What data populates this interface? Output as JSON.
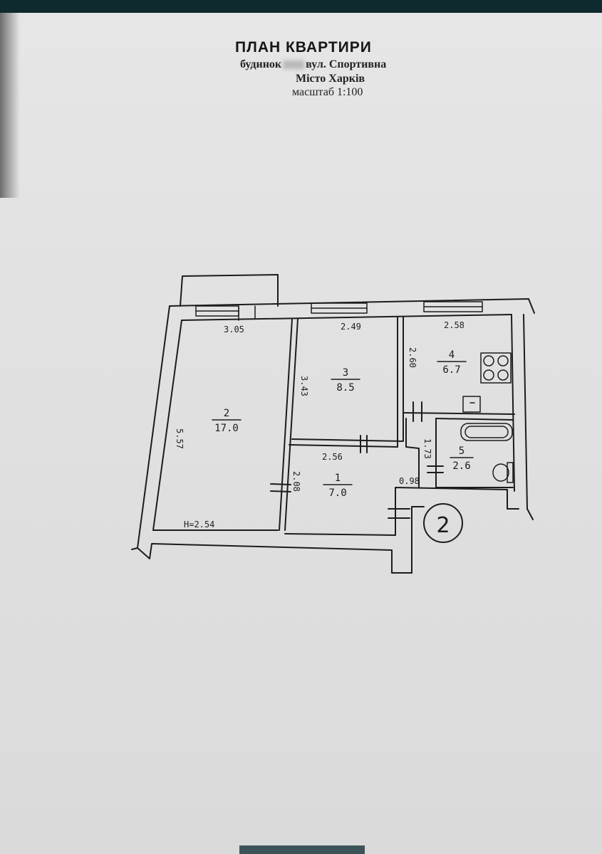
{
  "header": {
    "title": "ПЛАН КВАРТИРИ",
    "address_prefix": "будинок",
    "address_street": "вул. Спортивна",
    "city": "Місто Харків",
    "scale": "масштаб 1:100"
  },
  "rooms": [
    {
      "number": "1",
      "area": "7.0"
    },
    {
      "number": "2",
      "area": "17.0"
    },
    {
      "number": "3",
      "area": "8.5"
    },
    {
      "number": "4",
      "area": "6.7"
    },
    {
      "number": "5",
      "area": "2.6"
    }
  ],
  "dimensions": {
    "room2_width": "3.05",
    "room3_width": "2.49",
    "room4_width": "2.58",
    "room2_length": "5.57",
    "room3_length": "3.43",
    "room4_length": "2.60",
    "hall_width": "2.56",
    "bath_length": "1.73",
    "hall_length": "2.08",
    "corridor_width": "0.98",
    "ceiling_height": "H=2.54"
  },
  "apartment_number": "2"
}
